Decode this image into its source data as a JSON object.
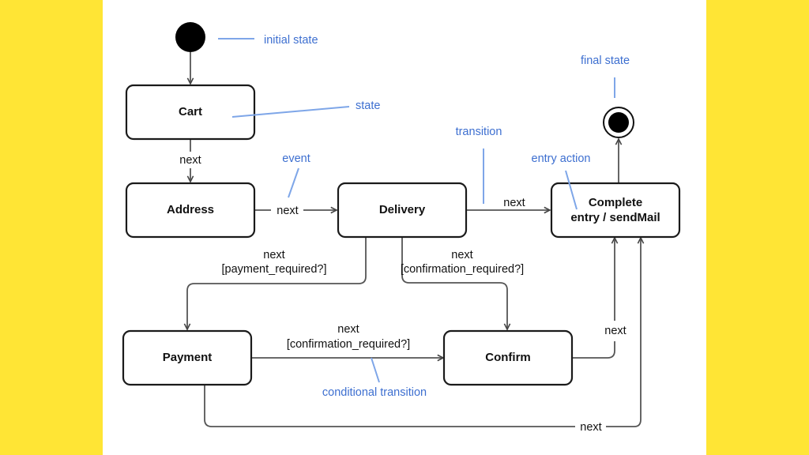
{
  "states": {
    "cart": "Cart",
    "address": "Address",
    "delivery": "Delivery",
    "payment": "Payment",
    "confirm": "Confirm",
    "complete_line1": "Complete",
    "complete_line2": "entry / sendMail"
  },
  "transitions": {
    "cart_address": "next",
    "address_delivery": "next",
    "delivery_complete": "next",
    "delivery_payment_event": "next",
    "delivery_payment_guard": "[payment_required?]",
    "delivery_confirm_event": "next",
    "delivery_confirm_guard": "[confirmation_required?]",
    "payment_confirm_event": "next",
    "payment_confirm_guard": "[confirmation_required?]",
    "confirm_complete": "next",
    "payment_complete": "next"
  },
  "annotations": {
    "initial_state": "initial state",
    "state": "state",
    "final_state": "final state",
    "event": "event",
    "transition": "transition",
    "entry_action": "entry action",
    "conditional_transition": "conditional transition"
  },
  "colors": {
    "background": "#FFE535",
    "annotation": "#3D6FD0",
    "annotation_line": "#7EA6E8"
  }
}
